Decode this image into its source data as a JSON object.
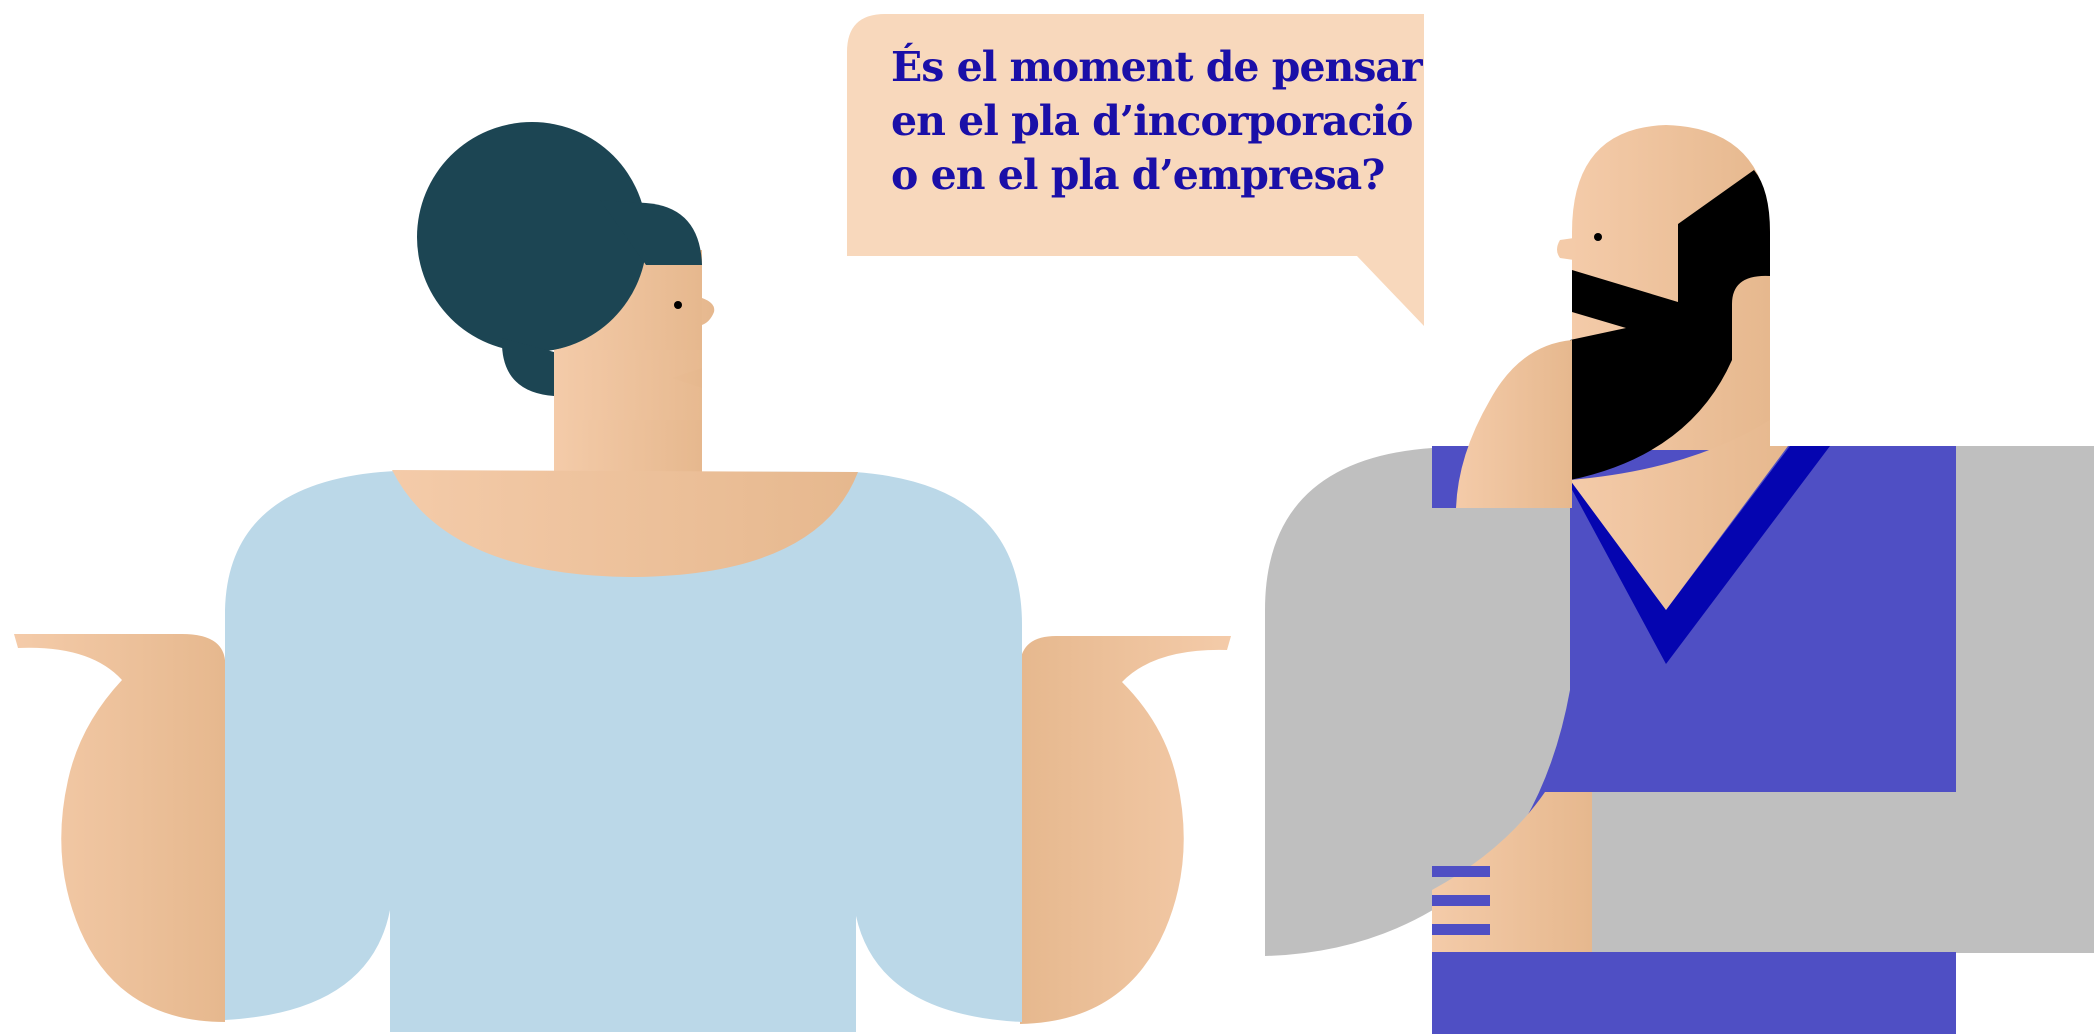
{
  "speech_bubble": {
    "lines": [
      "És el moment de pensar",
      "en el pla d’incorporació",
      "o en el pla d’empresa?"
    ]
  },
  "colors": {
    "background": "#ffffff",
    "bubble_fill": "#f8d8bc",
    "text": "#1a0fa8",
    "skin_light": "#f4cba9",
    "skin_dark": "#e6b88e",
    "woman_hair": "#1c4553",
    "woman_shirt": "#bbd8e8",
    "man_beard": "#000000",
    "man_shirt": "#4f4fc4",
    "man_collar": "#0505b0",
    "man_sleeve": "#bfbfbf"
  },
  "illustration": {
    "left_figure": "woman-shrugging",
    "right_figure": "bearded-man-thinking"
  }
}
